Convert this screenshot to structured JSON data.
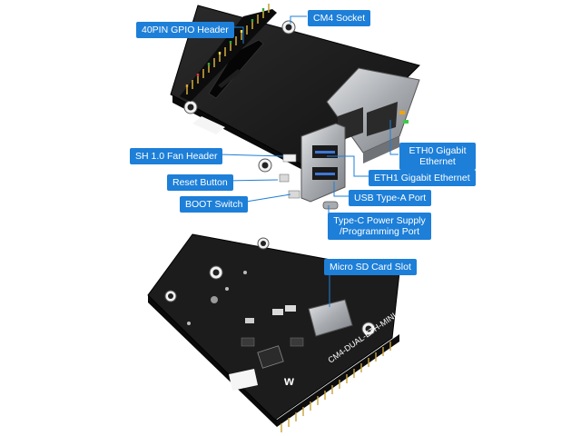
{
  "labels": {
    "gpio": "40PIN GPIO Header",
    "cm4": "CM4 Socket",
    "fan": "SH 1.0 Fan Header",
    "reset": "Reset Button",
    "boot": "BOOT Switch",
    "eth0_l1": "ETH0 Gigabit",
    "eth0_l2": "Ethernet",
    "eth1": "ETH1 Gigabit Ethernet",
    "usba": "USB Type-A Port",
    "typec_l1": "Type-C Power Supply",
    "typec_l2": "/Programming Port",
    "sd": "Micro SD Card Slot"
  },
  "board_silkscreen": {
    "model": "CM4-DUAL-ETH-MINI",
    "brand_mark": "w"
  },
  "colors": {
    "label_bg": "#1d7fd8",
    "label_text": "#ffffff",
    "pcb": "#1a1a1a",
    "metal": "#b9bcc0",
    "gold_pins": "#c7a43a"
  }
}
